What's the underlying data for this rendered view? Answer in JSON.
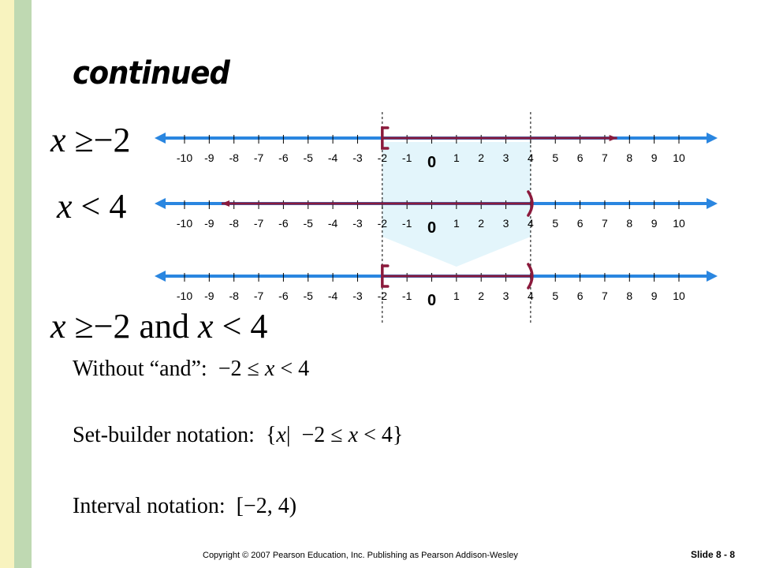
{
  "title": "continued",
  "inequalities": {
    "first": {
      "var": "x",
      "op": "≥",
      "value": "−2"
    },
    "second": {
      "var": "x",
      "op": "<",
      "value": "4"
    },
    "combined": {
      "left_var": "x",
      "left_op": "≥",
      "left_value": "−2",
      "conj": "and",
      "right_var": "x",
      "right_op": "<",
      "right_value": "4"
    }
  },
  "number_lines": {
    "ticks": [
      "-10",
      "-9",
      "-8",
      "-7",
      "-6",
      "-5",
      "-4",
      "-3",
      "-2",
      "-1",
      "0",
      "1",
      "2",
      "3",
      "4",
      "5",
      "6",
      "7",
      "8",
      "9",
      "10"
    ],
    "lines": [
      {
        "brackets": [
          {
            "value": -2,
            "symbol": "["
          }
        ],
        "ray": {
          "from": -2,
          "to": 7.5
        }
      },
      {
        "brackets": [
          {
            "value": 4,
            "symbol": ")"
          }
        ],
        "ray": {
          "from": 4,
          "to": -8.5
        }
      },
      {
        "brackets": [
          {
            "value": -2,
            "symbol": "["
          },
          {
            "value": 4,
            "symbol": ")"
          }
        ],
        "ray": {
          "from": -2,
          "to": 4
        }
      }
    ],
    "guides": [
      -2,
      4
    ],
    "colors": {
      "axis": "#2a86e0",
      "solution": "#8b1a3c",
      "shade": "#e3f5fb"
    }
  },
  "statements": {
    "without_and_label": "Without “and”:",
    "without_and_expr": {
      "a": "−2 ≤",
      "x": "x",
      "b": "< 4"
    },
    "set_builder_label": "Set-builder notation:",
    "set_builder_expr": {
      "open": "{",
      "x1": "x",
      "bar": "|",
      "a": "−2 ≤",
      "x2": "x",
      "b": "< 4}"
    },
    "interval_label": "Interval notation:",
    "interval_expr": "[−2, 4)"
  },
  "footer": {
    "copyright": "Copyright © 2007 Pearson Education, Inc.  Publishing as Pearson Addison-Wesley",
    "slide": "Slide 8 - 8"
  }
}
